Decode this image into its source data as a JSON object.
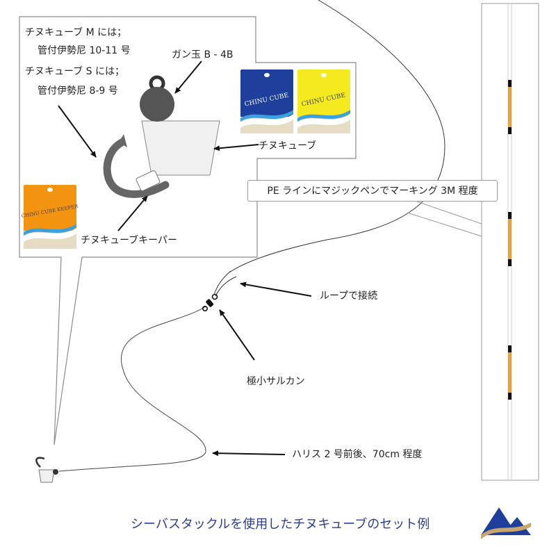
{
  "callout": {
    "line1": "チヌキューブ M には；",
    "line2": "管付伊勢尼 10-11 号",
    "line3": "チヌキューブ S には；",
    "line4": "管付伊勢尼 8-9 号"
  },
  "labels": {
    "sinker": "ガン玉 B - 4B",
    "cube": "チヌキューブ",
    "keeper": "チヌキューブキーパー",
    "pe_line": "PE ラインにマジックペンでマーキング 3M 程度",
    "loop": "ループで接続",
    "swivel": "極小サルカン",
    "leader": "ハリス 2 号前後、70cm 程度"
  },
  "packages": {
    "blue_logo": "CHINU CUBE",
    "yellow_logo": "CHINU CUBE",
    "orange_logo": "CHINU CUBE KEEPER"
  },
  "caption": "シーバスタックルを使用したチヌキューブのセット例",
  "colors": {
    "caption": "#2b3e8f",
    "package_blue": "#1f3f9c",
    "package_yellow": "#f4ea1f",
    "package_orange": "#f29410",
    "rod_mark": "#f2a12c"
  }
}
